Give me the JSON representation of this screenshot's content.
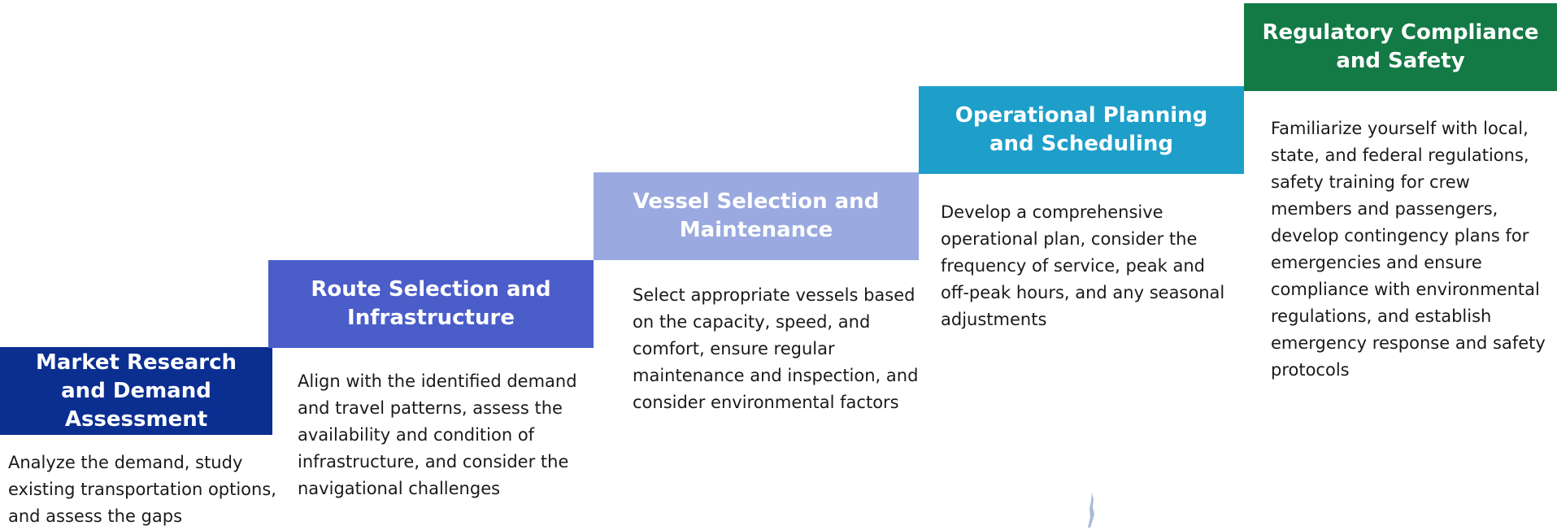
{
  "steps": [
    {
      "title": "Market Research and Demand Assessment",
      "description": "Analyze the demand, study existing transportation options, and assess the gaps",
      "color": "#0b2f91"
    },
    {
      "title": "Route Selection and Infrastructure",
      "description": "Align with the identified demand and travel patterns, assess the availability and condition of infrastructure, and consider the navigational challenges",
      "color": "#4b5dc9"
    },
    {
      "title": "Vessel Selection and Maintenance",
      "description": "Select appropriate vessels based on the capacity, speed, and comfort, ensure regular maintenance and inspection, and consider environmental factors",
      "color": "#9aaae0"
    },
    {
      "title": "Operational Planning and Scheduling",
      "description": "Develop a comprehensive operational plan, consider the frequency of service, peak and off-peak hours, and any seasonal adjustments",
      "color": "#1e9fca"
    },
    {
      "title": "Regulatory Compliance and Safety",
      "description": "Familiarize yourself with local, state, and federal regulations, safety training for crew members and passengers, develop contingency plans for emergencies and ensure compliance with environmental regulations, and establish emergency response and safety protocols",
      "color": "#137a45"
    }
  ]
}
